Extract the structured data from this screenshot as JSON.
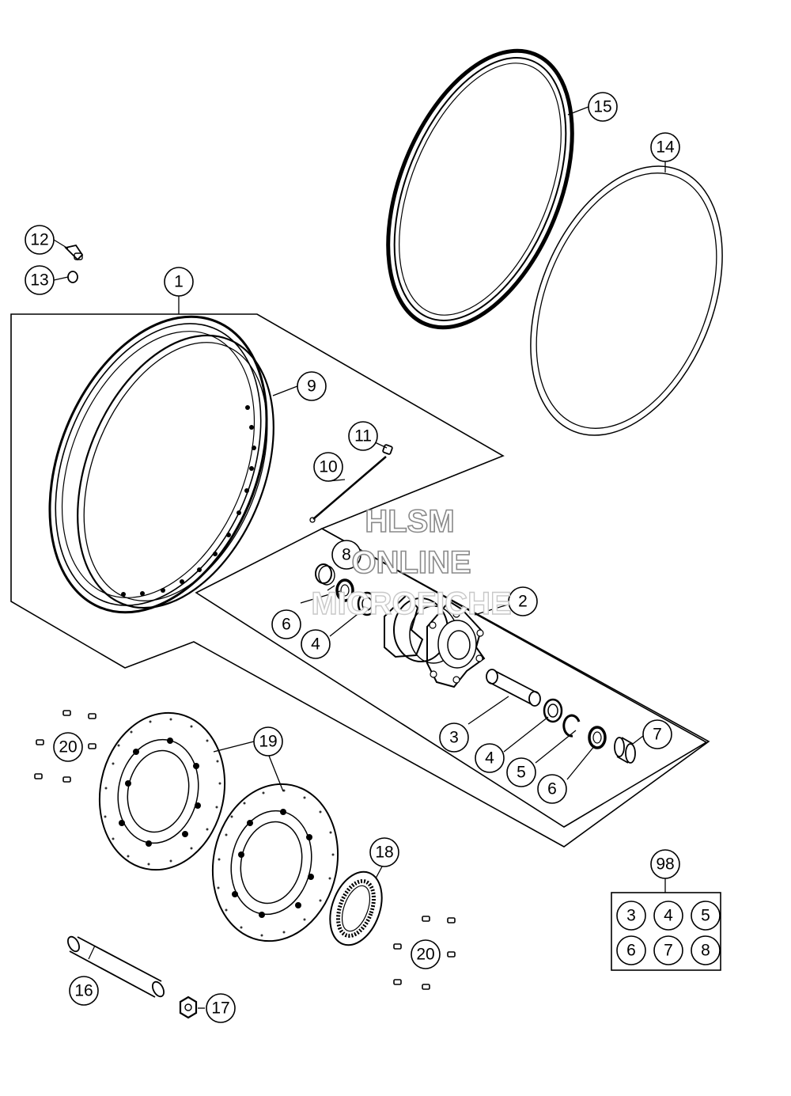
{
  "callouts": {
    "c1": "1",
    "c2": "2",
    "c3a": "3",
    "c4a": "4",
    "c4b": "4",
    "c5": "5",
    "c6a": "6",
    "c6b": "6",
    "c7": "7",
    "c8": "8",
    "c9": "9",
    "c10": "10",
    "c11": "11",
    "c12": "12",
    "c13": "13",
    "c14": "14",
    "c15": "15",
    "c16": "16",
    "c17": "17",
    "c18": "18",
    "c19": "19",
    "c20a": "20",
    "c20b": "20",
    "c98": "98"
  },
  "kit_98": [
    "3",
    "4",
    "5",
    "6",
    "7",
    "8"
  ],
  "watermark": [
    "HLSM",
    "ONLINE",
    "MICROFICHE"
  ],
  "colors": {
    "line": "#000000",
    "background": "#ffffff",
    "watermark": "#8a8a8a"
  }
}
